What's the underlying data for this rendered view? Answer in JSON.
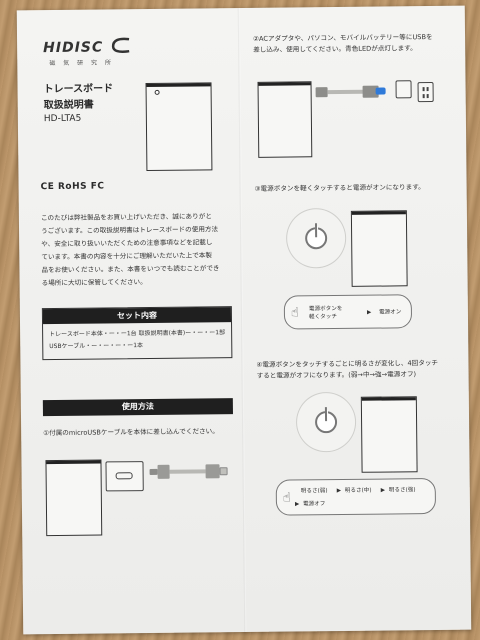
{
  "brand": {
    "logo": "HIDISC",
    "sub": "磁 気 研 究 所"
  },
  "product": {
    "title_line1": "トレースボード",
    "title_line2": "取扱説明書",
    "model": "HD-LTA5"
  },
  "certifications": "CE RoHS FC",
  "intro": [
    "このたびは弊社製品をお買い上げいただき、誠にありがと",
    "うございます。この取扱説明書はトレースボードの使用方法",
    "や、安全に取り扱いいただくための注意事項などを記載し",
    "ています。本書の内容を十分にご理解いただいた上で本製",
    "品をお使いください。また、本書をいつでも読むことができ",
    "る場所に大切に保管してください。"
  ],
  "set_contents": {
    "heading": "セット内容",
    "line1": "トレースボード本体・ー・ー1台  取扱説明書(本書)ー・ー・ー1部",
    "line2": "USBケーブル・ー・ー・ー・ー1本"
  },
  "usage": {
    "heading": "使用方法",
    "step1": "①付属のmicroUSBケーブルを本体に差し込んでください。"
  },
  "step2": {
    "line1": "②ACアダプタや、パソコン、モバイルバッテリー等にUSBを",
    "line2": "差し込み、使用してください。青色LEDが点灯します。"
  },
  "step3": {
    "text": "③電源ボタンを軽くタッチすると電源がオンになります。",
    "bubble_line1": "電源ボタンを",
    "bubble_line2": "軽くタッチ",
    "arrow": "▶",
    "result": "電源オン"
  },
  "step4": {
    "line1": "④電源ボタンをタッチするごとに明るさが変化し、4回タッチ",
    "line2": "すると電源がオフになります。(弱→中→強→電源オフ)",
    "b1": "明るさ(弱)",
    "b2": "明るさ(中)",
    "b3": "明るさ(強)",
    "b4": "電源オフ",
    "arrow": "▶"
  }
}
